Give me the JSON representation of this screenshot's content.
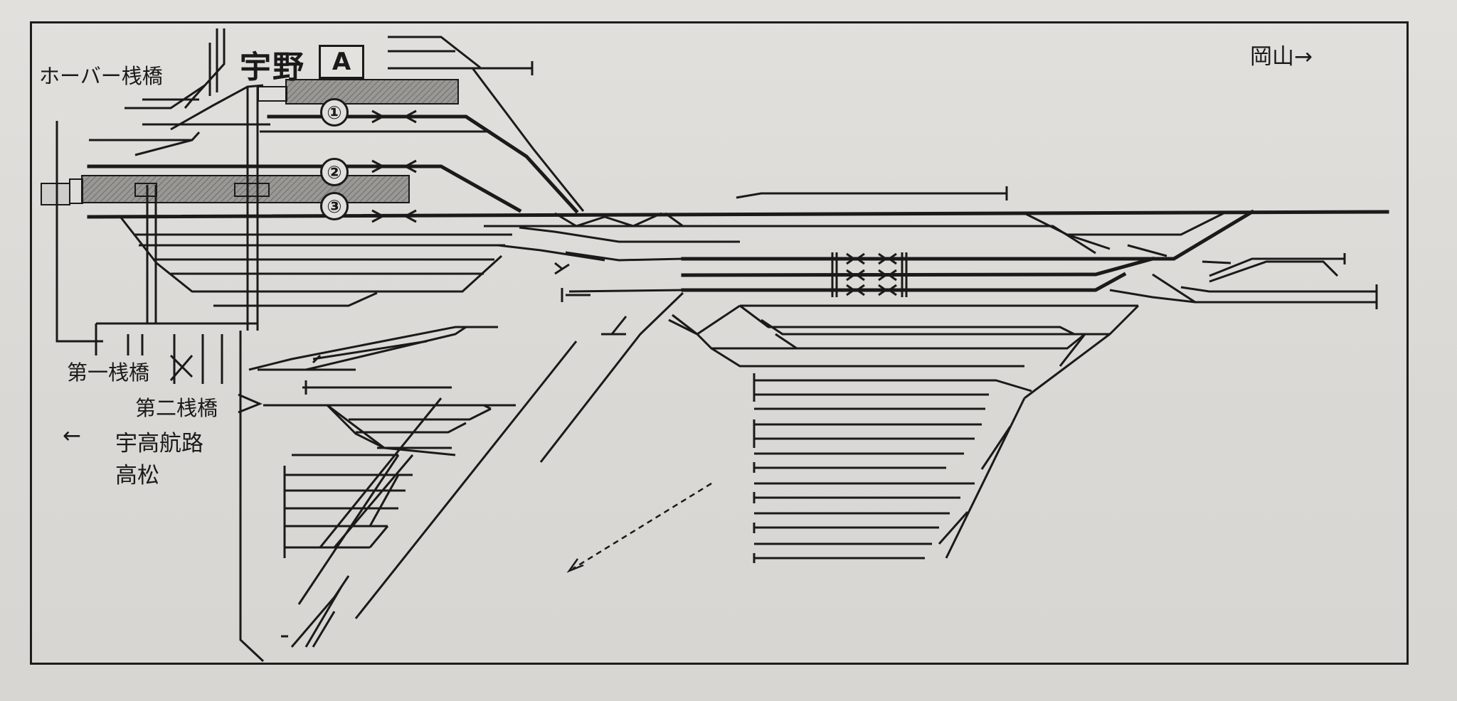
{
  "station": {
    "name": "宇野",
    "box_label": "A"
  },
  "labels": {
    "hover_bridge": "ホーバー桟橋",
    "bridge_1": "第一桟橋",
    "bridge_2": "第二桟橋",
    "ferry_route": "宇高航路",
    "takamatsu": "高松",
    "okayama": "岡山"
  },
  "arrows": {
    "left": "←",
    "right": "→"
  },
  "platforms": [
    "①",
    "②",
    "③"
  ],
  "colors": {
    "ink": "#1a1a1a",
    "platform_fill": "#8d8b88",
    "paper": "#dedcd8"
  }
}
